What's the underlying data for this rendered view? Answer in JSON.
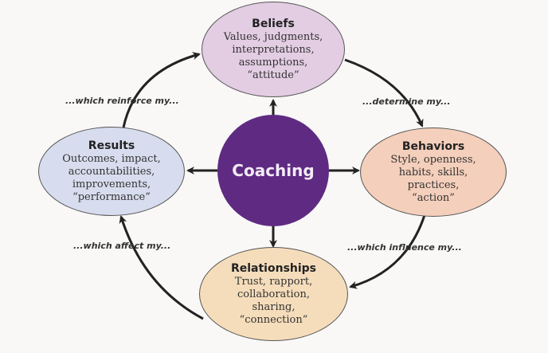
{
  "center": {
    "label": "Coaching",
    "color": "#5f2a82"
  },
  "nodes": {
    "beliefs": {
      "title": "Beliefs",
      "lines": [
        "Values, judgments,",
        "interpretations,",
        "assumptions,",
        "“attitude”"
      ],
      "color": "#e3cde3"
    },
    "behaviors": {
      "title": "Behaviors",
      "lines": [
        "Style, openness,",
        "habits, skills,",
        "practices,",
        "“action”"
      ],
      "color": "#f4cfbb"
    },
    "relationships": {
      "title": "Relationships",
      "lines": [
        "Trust, rapport,",
        "collaboration,",
        "sharing,",
        "“connection”"
      ],
      "color": "#f5ddbb"
    },
    "results": {
      "title": "Results",
      "lines": [
        "Outcomes, impact,",
        "accountabilities,",
        "improvements,",
        "“performance”"
      ],
      "color": "#d7ddee"
    }
  },
  "connectors": {
    "beliefs_to_behaviors": "...determine my...",
    "behaviors_to_relationships": "...which influence my...",
    "relationships_to_results": "...which affect my...",
    "results_to_beliefs": "...which reinforce my..."
  }
}
